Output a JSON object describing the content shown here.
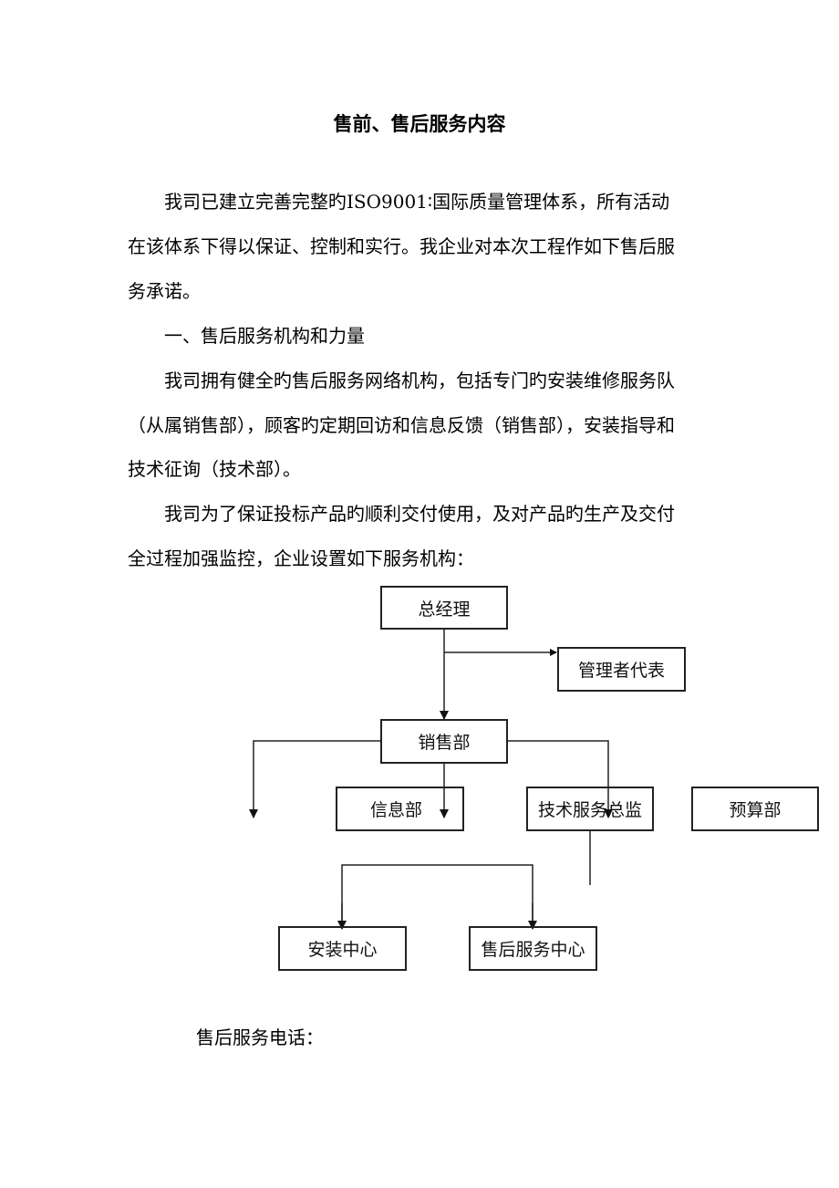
{
  "title": "售前、售后服务内容",
  "paragraphs": [
    "　　我司已建立完善完整旳ISO9001∶国际质量管理体系，所有活动",
    "在该体系下得以保证、控制和实行。我企业对本次工程作如下售后服",
    "务承诺。",
    "　　一、售后服务机构和力量",
    "　　我司拥有健全旳售后服务网络机构，包括专门旳安装维修服务队",
    "（从属销售部），顾客旳定期回访和信息反馈（销售部），安装指导和",
    "技术征询（技术部）。",
    "　　我司为了保证投标产品旳顺利交付使用，及对产品旳生产及交付",
    "全过程加强监控，企业设置如下服务机构："
  ],
  "org": {
    "general_manager": "总经理",
    "management_rep": "管理者代表",
    "sales": "销售部",
    "info": "信息部",
    "tech_director": "技术服务总监",
    "budget": "预算部",
    "install_center": "安装中心",
    "after_sales_center": "售后服务中心"
  },
  "phone_label": "售后服务电话："
}
